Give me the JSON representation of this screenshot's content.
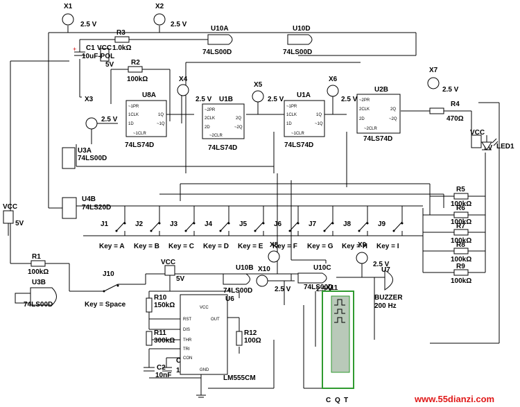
{
  "probes": {
    "x1": {
      "name": "X1",
      "voltage": "2.5 V"
    },
    "x2": {
      "name": "X2",
      "voltage": "2.5 V"
    },
    "x3": {
      "name": "X3"
    },
    "x4": {
      "name": "X4",
      "voltage": "2.5 V"
    },
    "x5": {
      "name": "X5",
      "voltage": "2.5 V"
    },
    "x6": {
      "name": "X6",
      "voltage": "2.5 V"
    },
    "x7": {
      "name": "X7",
      "voltage": "2.5 V"
    },
    "x8": {
      "name": "X8",
      "voltage": "2.5 V"
    },
    "x9": {
      "name": "X9",
      "voltage": "2.5 V"
    },
    "x10": {
      "name": "X10",
      "voltage": "2.5 V"
    },
    "u8a_v": "2.5 V",
    "x11": {
      "name": "X11"
    }
  },
  "sources": {
    "vcc_top": {
      "name": "VCC",
      "voltage": "5V"
    },
    "vcc_left": {
      "name": "VCC",
      "voltage": "5V"
    },
    "vcc_mid": {
      "name": "VCC",
      "voltage": "5V"
    },
    "vcc_led": {
      "name": "VCC",
      "voltage": "5V"
    }
  },
  "components": {
    "r1": {
      "name": "R1",
      "value": "100kΩ"
    },
    "r2": {
      "name": "R2",
      "value": "100kΩ"
    },
    "r3": {
      "name": "R3",
      "value": "1.0kΩ"
    },
    "r4": {
      "name": "R4",
      "value": "470Ω"
    },
    "r5": {
      "name": "R5",
      "value": "100kΩ"
    },
    "r6": {
      "name": "R6",
      "value": "100kΩ"
    },
    "r7": {
      "name": "R7",
      "value": "100kΩ"
    },
    "r8": {
      "name": "R8",
      "value": "100kΩ"
    },
    "r9": {
      "name": "R9",
      "value": "100kΩ"
    },
    "r10": {
      "name": "R10",
      "value": "150kΩ"
    },
    "r11": {
      "name": "R11",
      "value": "300kΩ"
    },
    "r12": {
      "name": "R12",
      "value": "100Ω"
    },
    "c1": {
      "name": "C1",
      "value": "10uF-POL"
    },
    "c2": {
      "name": "C2",
      "value": "10nF"
    },
    "c3": {
      "name": "C3",
      "value": "10nF"
    },
    "led1": {
      "name": "LED1"
    },
    "buzzer": {
      "name": "U7",
      "type": "BUZZER",
      "freq": "200 Hz"
    }
  },
  "chips": {
    "u10a": {
      "name": "U10A",
      "part": "74LS00D"
    },
    "u10d": {
      "name": "U10D",
      "part": "74LS00D"
    },
    "u10b": {
      "name": "U10B",
      "part": "74LS00D"
    },
    "u10c": {
      "name": "U10C",
      "part": "74LS00D"
    },
    "u3a": {
      "name": "U3A",
      "part": "74LS00D"
    },
    "u3b": {
      "name": "U3B",
      "part": "74LS00D"
    },
    "u4b": {
      "name": "U4B",
      "part": "74LS20D"
    },
    "u8a": {
      "name": "U8A",
      "part": "74LS74D"
    },
    "u1b": {
      "name": "U1B",
      "part": "74LS74D"
    },
    "u1a": {
      "name": "U1A",
      "part": "74LS74D"
    },
    "u2b": {
      "name": "U2B",
      "part": "74LS74D"
    },
    "u6": {
      "name": "U6",
      "part": "LM555CM"
    }
  },
  "ff_pins": {
    "pr": "~1PR",
    "clk": "1CLK",
    "d": "1D",
    "clr": "~1CLR",
    "q": "1Q",
    "qn": "~1Q"
  },
  "ff_pins2": {
    "pr": "~2PR",
    "clk": "2CLK",
    "d": "2D",
    "clr": "~2CLR",
    "q": "2Q",
    "qn": "~2Q"
  },
  "u6_pins": {
    "vcc": "VCC",
    "rst": "RST",
    "out": "OUT",
    "dis": "DIS",
    "thr": "THR",
    "tri": "TRI",
    "con": "CON",
    "gnd": "GND"
  },
  "switches": [
    {
      "name": "J1",
      "key": "Key = A"
    },
    {
      "name": "J2",
      "key": "Key = B"
    },
    {
      "name": "J3",
      "key": "Key = C"
    },
    {
      "name": "J4",
      "key": "Key = D"
    },
    {
      "name": "J5",
      "key": "Key = E"
    },
    {
      "name": "J6",
      "key": "Key = F"
    },
    {
      "name": "J7",
      "key": "Key = G"
    },
    {
      "name": "J8",
      "key": "Key = H"
    },
    {
      "name": "J9",
      "key": "Key = I"
    }
  ],
  "j10": {
    "name": "J10",
    "key": "Key = Space"
  },
  "scope": {
    "c": "C",
    "q": "Q",
    "t": "T"
  },
  "watermark": "www.55dianzi.com",
  "colors": {
    "wire": "#000000",
    "scope_bg": "#b9c9b9",
    "scope_frame": "#2f9a2f",
    "watermark": "#e01818"
  }
}
